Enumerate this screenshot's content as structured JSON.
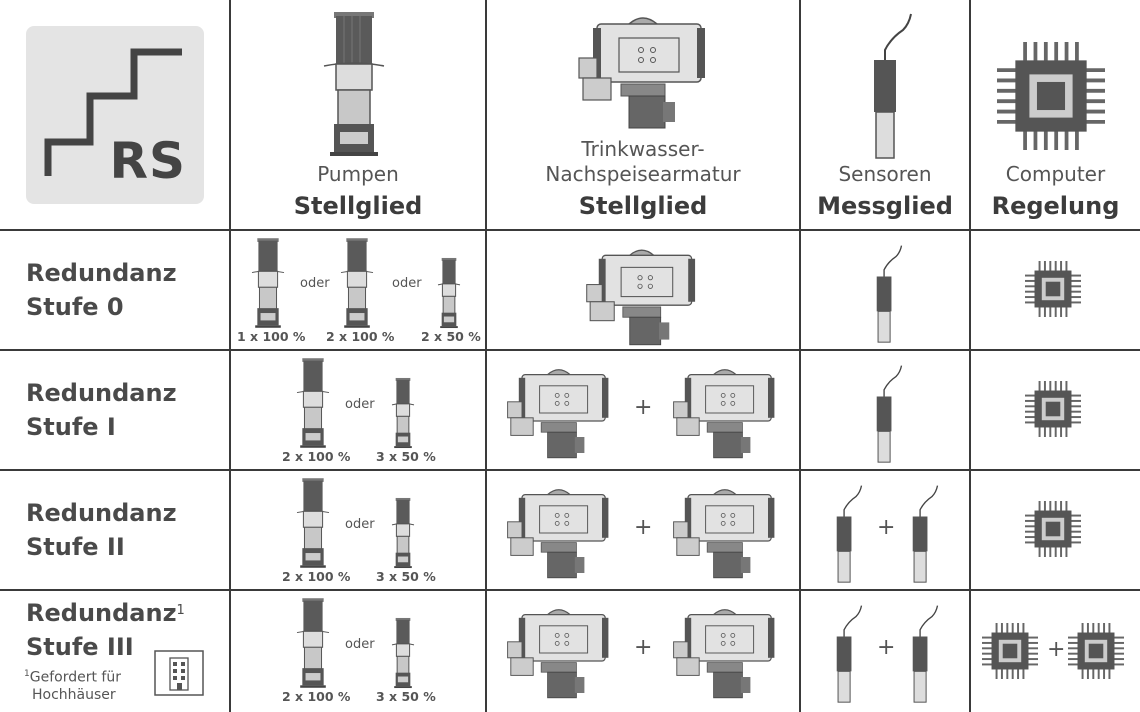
{
  "logo": {
    "text": "RS",
    "icon": "stairs-icon"
  },
  "columns": [
    {
      "title": "Pumpen",
      "role": "Stellglied",
      "icon": "pump-icon"
    },
    {
      "title": "Trinkwasser-",
      "title2": "Nachspeisearmatur",
      "role": "Stellglied",
      "icon": "valve-actuator-icon"
    },
    {
      "title": "Sensoren",
      "role": "Messglied",
      "icon": "sensor-icon"
    },
    {
      "title": "Computer",
      "role": "Regelung",
      "icon": "chip-icon"
    }
  ],
  "rows": [
    {
      "label1": "Redundanz",
      "label2": "Stufe 0",
      "pumps": {
        "options": [
          "1 x 100 %",
          "2 x 100 %",
          "2 x 50 %"
        ],
        "connector": "oder"
      },
      "valves": 1,
      "sensors": 1,
      "computers": 1
    },
    {
      "label1": "Redundanz",
      "label2": "Stufe I",
      "pumps": {
        "options": [
          "2 x 100 %",
          "3 x 50 %"
        ],
        "connector": "oder"
      },
      "valves": 2,
      "sensors": 1,
      "computers": 1
    },
    {
      "label1": "Redundanz",
      "label2": "Stufe II",
      "pumps": {
        "options": [
          "2 x 100 %",
          "3 x 50 %"
        ],
        "connector": "oder"
      },
      "valves": 2,
      "sensors": 2,
      "computers": 1
    },
    {
      "label1": "Redundanz",
      "sup": "1",
      "label2": "Stufe III",
      "pumps": {
        "options": [
          "2 x 100 %",
          "3 x 50 %"
        ],
        "connector": "oder"
      },
      "valves": 2,
      "sensors": 2,
      "computers": 2
    }
  ],
  "plus": "+",
  "footnote": {
    "mark": "1",
    "line1": "Gefordert für",
    "line2": "Hochhäuser",
    "icon": "building-icon"
  }
}
